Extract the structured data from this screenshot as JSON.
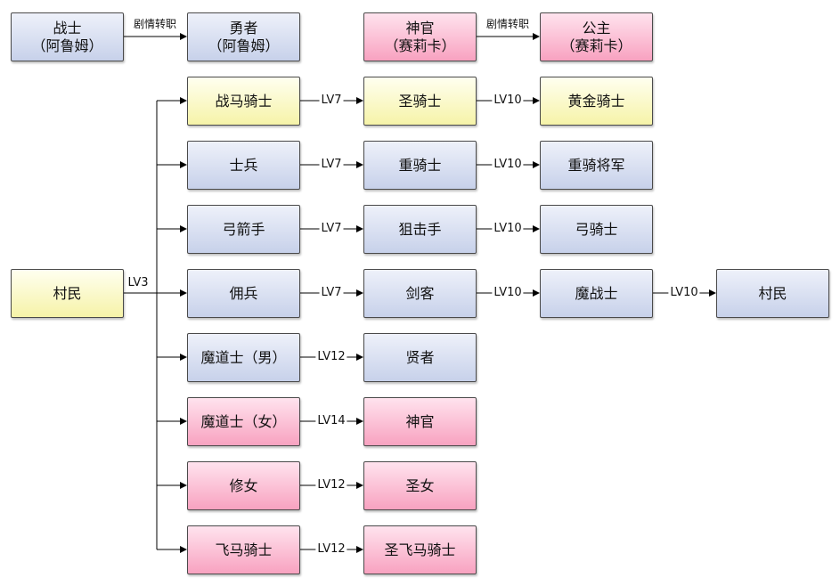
{
  "colors": {
    "blue": "#c7d1ea",
    "yellow": "#f6f3a8",
    "pink": "#f8a2c0",
    "line": "#000000"
  },
  "nodes": {
    "warrior": {
      "line1": "战士",
      "line2": "（阿鲁姆）"
    },
    "hero": {
      "line1": "勇者",
      "line2": "（阿鲁姆）"
    },
    "priest_top": {
      "line1": "神官",
      "line2": "（赛莉卡）"
    },
    "princess": {
      "line1": "公主",
      "line2": "（赛莉卡）"
    },
    "villager": "村民",
    "cavalier": "战马骑士",
    "paladin": "圣骑士",
    "gold_knight": "黄金骑士",
    "soldier": "士兵",
    "baron": "重骑士",
    "general": "重骑将军",
    "archer": "弓箭手",
    "sniper": "狙击手",
    "bow_knight": "弓骑士",
    "mercenary": "佣兵",
    "swordmaster": "剑客",
    "dread_fighter": "魔战士",
    "villager_end": "村民",
    "mage_m": "魔道士（男）",
    "sage": "贤者",
    "mage_f": "魔道士（女）",
    "priestess": "神官",
    "cleric": "修女",
    "saint": "圣女",
    "pegasus": "飞马骑士",
    "falcon": "圣飞马骑士"
  },
  "edges": {
    "story": "剧情转职",
    "lv3": "LV3",
    "lv7": "LV7",
    "lv10": "LV10",
    "lv12": "LV12",
    "lv14": "LV14"
  }
}
